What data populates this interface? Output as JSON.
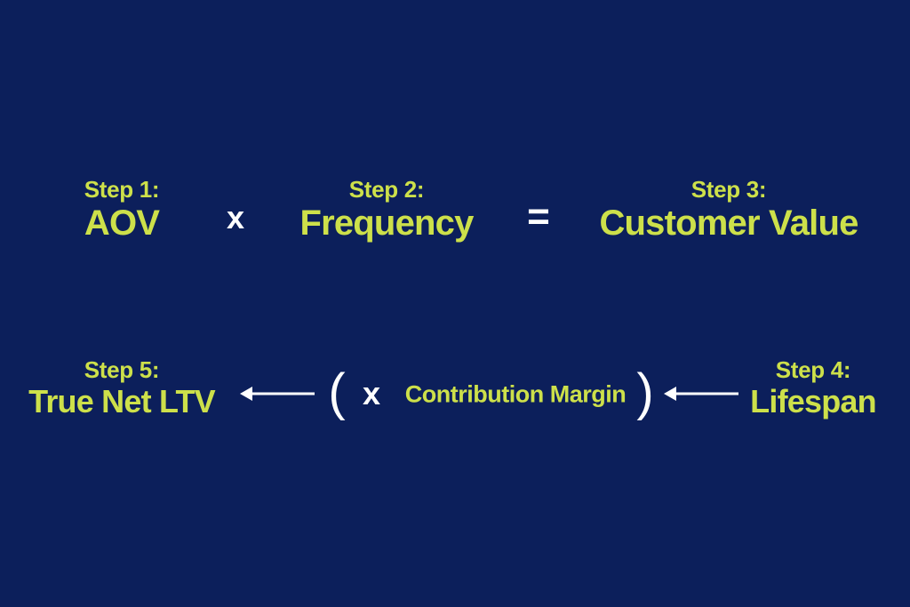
{
  "colors": {
    "background": "#0c1f5b",
    "accent": "#cde04a",
    "operator": "#ffffff"
  },
  "row1": {
    "step1": {
      "label": "Step 1:",
      "value": "AOV"
    },
    "op1": "x",
    "step2": {
      "label": "Step 2:",
      "value": "Frequency"
    },
    "op2": "=",
    "step3": {
      "label": "Step 3:",
      "value": "Customer Value"
    }
  },
  "row2": {
    "step5": {
      "label": "Step 5:",
      "value": "True Net LTV"
    },
    "open_paren": "(",
    "op3": "x",
    "contribution": "Contribution Margin",
    "close_paren": ")",
    "step4": {
      "label": "Step 4:",
      "value": "Lifespan"
    }
  },
  "icons": {
    "arrow_left_1": "arrow-left-icon",
    "arrow_left_2": "arrow-left-icon"
  }
}
